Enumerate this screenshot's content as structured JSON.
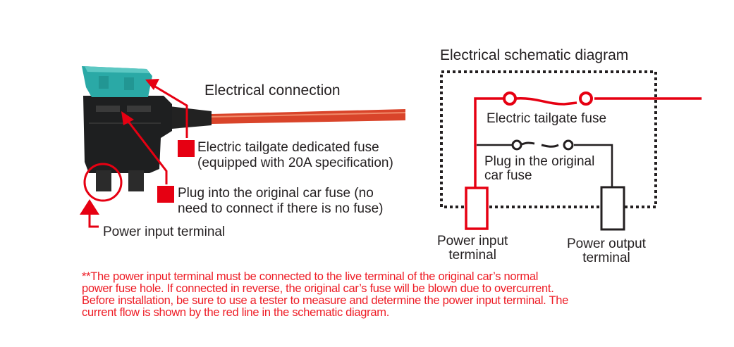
{
  "left_panel": {
    "title": "Electrical connection",
    "callouts": [
      {
        "lines": [
          "Electric tailgate dedicated fuse",
          "(equipped with 20A specification)"
        ]
      },
      {
        "lines": [
          "Plug into the original car fuse (no",
          "need to connect if there is no fuse)"
        ]
      },
      {
        "lines": [
          "Power input terminal"
        ]
      }
    ]
  },
  "right_panel": {
    "title": "Electrical schematic diagram",
    "labels": {
      "tailgate_fuse": "Electric tailgate fuse",
      "original_fuse": [
        "Plug in the original",
        "car fuse"
      ],
      "input_terminal": [
        "Power input",
        "terminal"
      ],
      "output_terminal": [
        "Power output",
        "terminal"
      ]
    }
  },
  "note": {
    "lines": [
      "**The power input terminal must be connected to the live terminal of the original car’s normal",
      "power fuse hole. If connected in reverse, the original car’s fuse will be blown due to overcurrent.",
      "Before installation, be sure to use a tester to measure and determine the power input terminal. The",
      "current flow is shown by the red line in the schematic diagram."
    ]
  },
  "colors": {
    "accent_red": "#e60012",
    "text": "#231f20",
    "fuse_teal": "#2aa9a6",
    "holder_black": "#1e1f20",
    "wire_red": "#d9442a"
  }
}
